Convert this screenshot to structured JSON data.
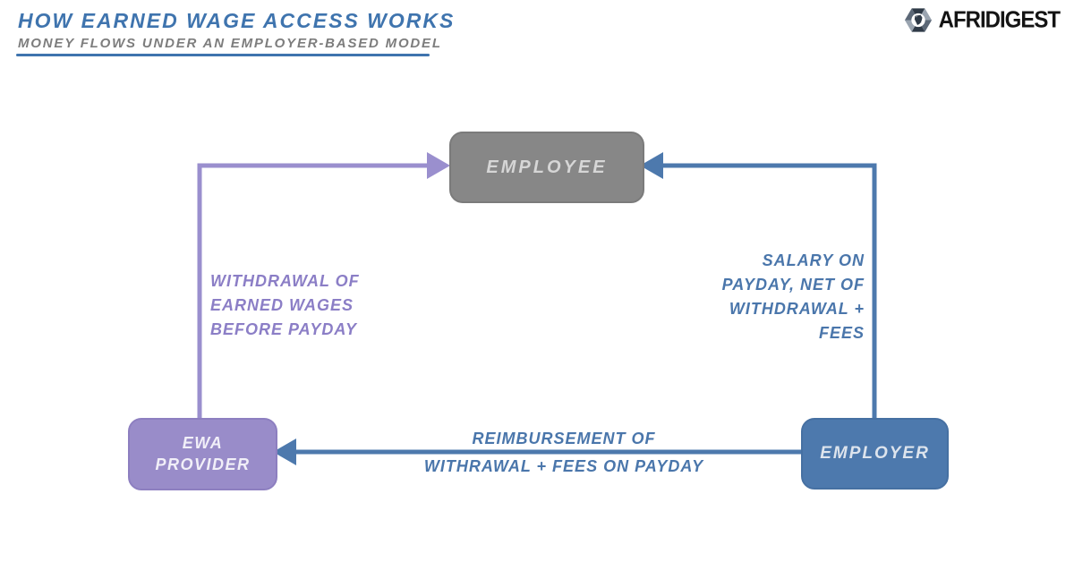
{
  "header": {
    "title": "HOW EARNED WAGE ACCESS WORKS",
    "subtitle": "MONEY FLOWS UNDER AN EMPLOYER-BASED MODEL",
    "title_color": "#3f74ae",
    "subtitle_color": "#7d7d7d",
    "underline_color": "#3f74ae"
  },
  "logo": {
    "text": "AFRIDIGEST",
    "icon": "afridigest-hexagon-icon",
    "text_color": "#141414"
  },
  "diagram": {
    "nodes": {
      "employee": {
        "label": "EMPLOYEE",
        "fill": "#878787",
        "text_color": "#d6d6d6"
      },
      "ewa_provider": {
        "label": "EWA PROVIDER",
        "fill": "#998cc9",
        "text_color": "#f1eff8"
      },
      "employer": {
        "label": "EMPLOYER",
        "fill": "#4d79ad",
        "text_color": "#dde4ed"
      }
    },
    "edges": {
      "withdrawal": {
        "from": "EWA PROVIDER",
        "to": "EMPLOYEE",
        "color": "#9a8fce",
        "label_color": "#8b7ec6",
        "label_lines": [
          "WITHDRAWAL OF",
          "EARNED WAGES",
          "BEFORE PAYDAY"
        ]
      },
      "salary": {
        "from": "EMPLOYER",
        "to": "EMPLOYEE",
        "color": "#4d79ad",
        "label_color": "#4a76ab",
        "label_lines": [
          "SALARY ON",
          "PAYDAY, NET OF",
          "WITHDRAWAL +",
          "FEES"
        ]
      },
      "reimbursement": {
        "from": "EMPLOYER",
        "to": "EWA PROVIDER",
        "color": "#4d79ad",
        "label_color": "#4a76ab",
        "label_lines": [
          "REIMBURSEMENT OF",
          "WITHRAWAL + FEES ON PAYDAY"
        ]
      }
    }
  }
}
